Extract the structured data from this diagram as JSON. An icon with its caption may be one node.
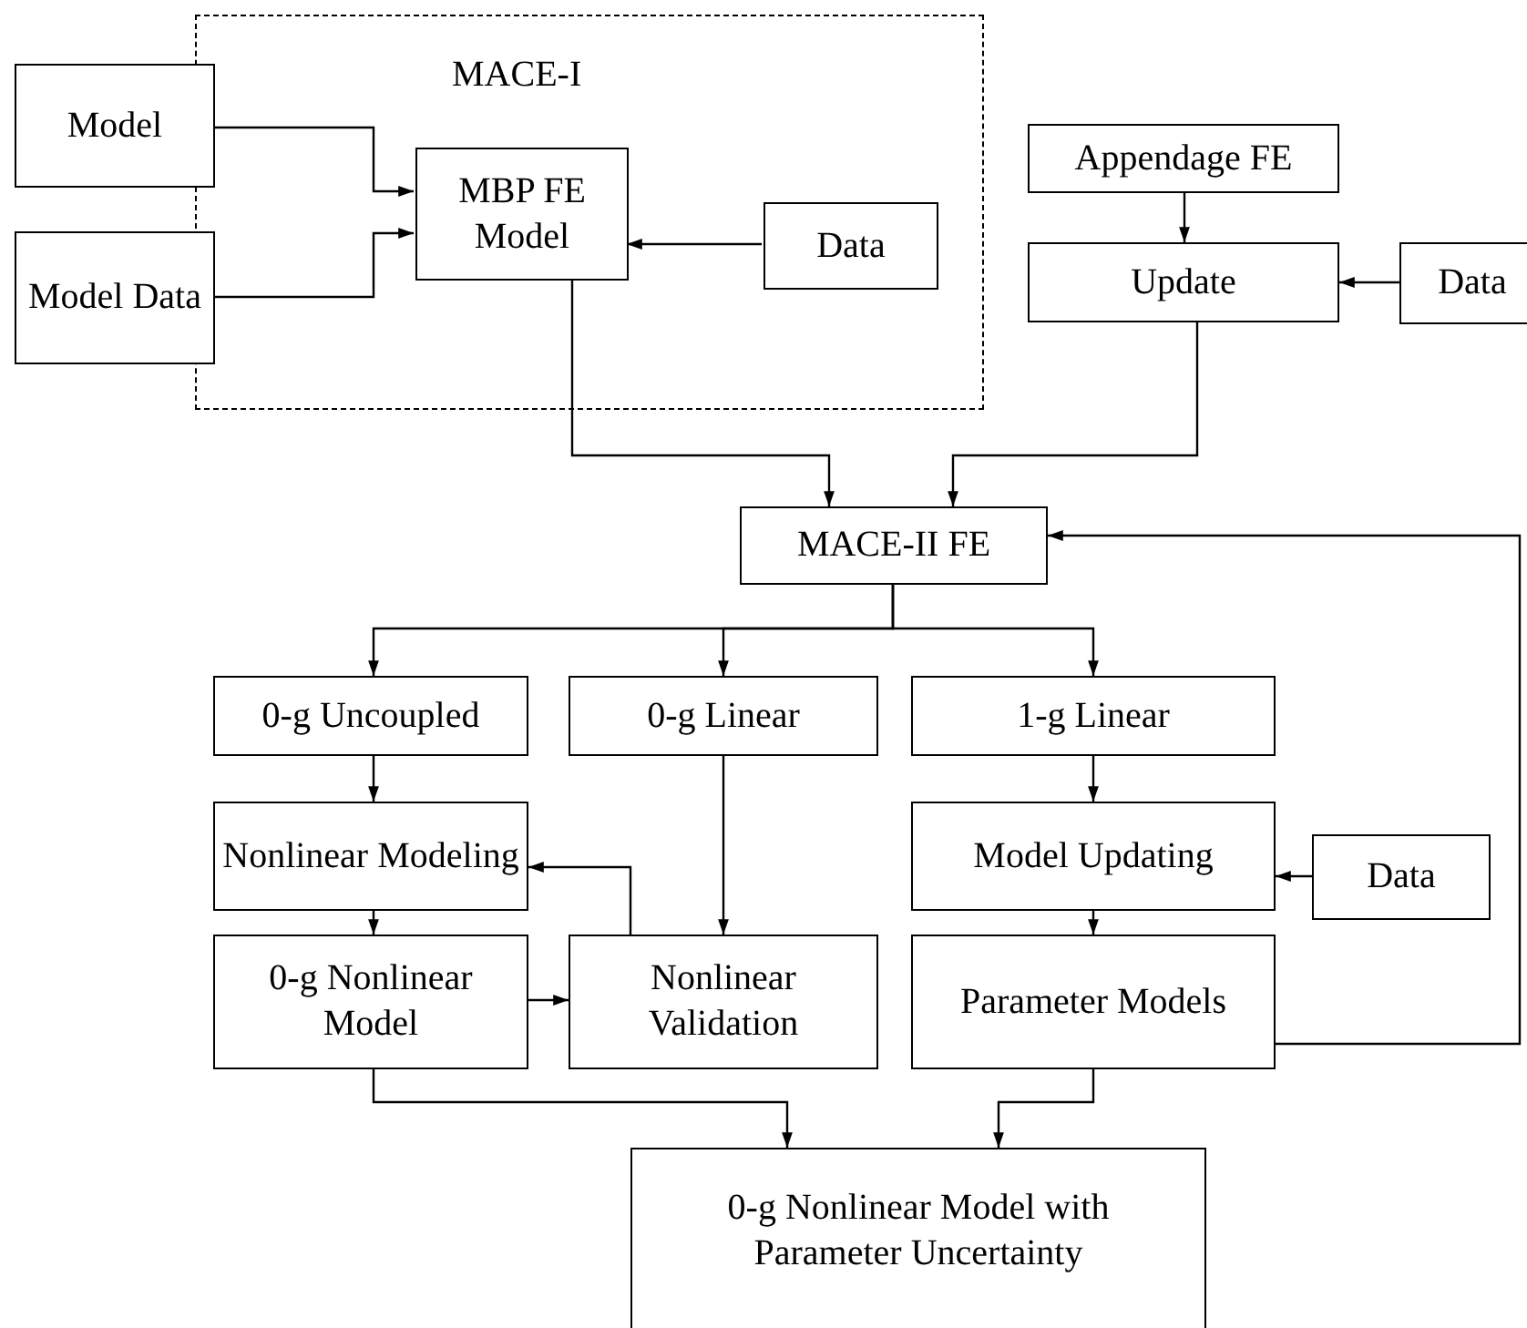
{
  "diagram": {
    "nodes": [
      {
        "text": [
          "MACE-I"
        ]
      },
      {
        "text": [
          "Model"
        ]
      },
      {
        "text": [
          "Model Data"
        ]
      },
      {
        "text": [
          "MBP FE Model"
        ],
        "in": 0
      },
      {
        "text": [
          "Data"
        ],
        "in": 0
      },
      {
        "text": [
          "Appendage FE"
        ]
      },
      {
        "text": [
          "Update"
        ]
      },
      {
        "text": [
          "Data"
        ]
      },
      {
        "text": [
          "MACE-II FE"
        ]
      },
      {
        "text": [
          "0-g Uncoupled"
        ]
      },
      {
        "text": [
          "0-g Linear"
        ]
      },
      {
        "text": [
          "1-g Linear"
        ]
      },
      {
        "text": [
          "Nonlinear Modeling"
        ]
      },
      {
        "text": [
          "Model Updating"
        ]
      },
      {
        "text": [
          "Data"
        ]
      },
      {
        "text": [
          "0-g Nonlinear Model"
        ]
      },
      {
        "text": [
          "Nonlinear Validation"
        ]
      },
      {
        "text": [
          "Parameter Models"
        ]
      },
      {
        "text": [
          "0-g Nonlinear Model with Parameter Uncertainty"
        ]
      }
    ],
    "edges": [
      {
        "from": 1,
        "to": 3,
        "arrow": "to"
      },
      {
        "from": 2,
        "to": 3,
        "arrow": "to"
      },
      {
        "from": 4,
        "to": 3,
        "arrow": "to"
      },
      {
        "from": 5,
        "to": 6,
        "arrow": "to"
      },
      {
        "from": 7,
        "to": 6,
        "arrow": "to"
      },
      {
        "from": 3,
        "to": 8,
        "arrow": "to"
      },
      {
        "from": 6,
        "to": 8,
        "arrow": "to"
      },
      {
        "from": 8,
        "to": 9,
        "arrow": "to"
      },
      {
        "from": 8,
        "to": 10,
        "arrow": "to"
      },
      {
        "from": 8,
        "to": 11,
        "arrow": "to"
      },
      {
        "from": 9,
        "to": 12,
        "arrow": "to"
      },
      {
        "from": 10,
        "to": 16,
        "arrow": "to"
      },
      {
        "from": 16,
        "to": 12,
        "arrow": "to"
      },
      {
        "from": 12,
        "to": 15,
        "arrow": "to"
      },
      {
        "from": 15,
        "to": 16,
        "arrow": "to"
      },
      {
        "from": 11,
        "to": 13,
        "arrow": "to"
      },
      {
        "from": 14,
        "to": 13,
        "arrow": "to"
      },
      {
        "from": 13,
        "to": 17,
        "arrow": "to"
      },
      {
        "from": 15,
        "to": 18,
        "arrow": "to"
      },
      {
        "from": 17,
        "to": 18,
        "arrow": "to"
      },
      {
        "from": 17,
        "to": 8,
        "arrow": "to"
      }
    ]
  }
}
